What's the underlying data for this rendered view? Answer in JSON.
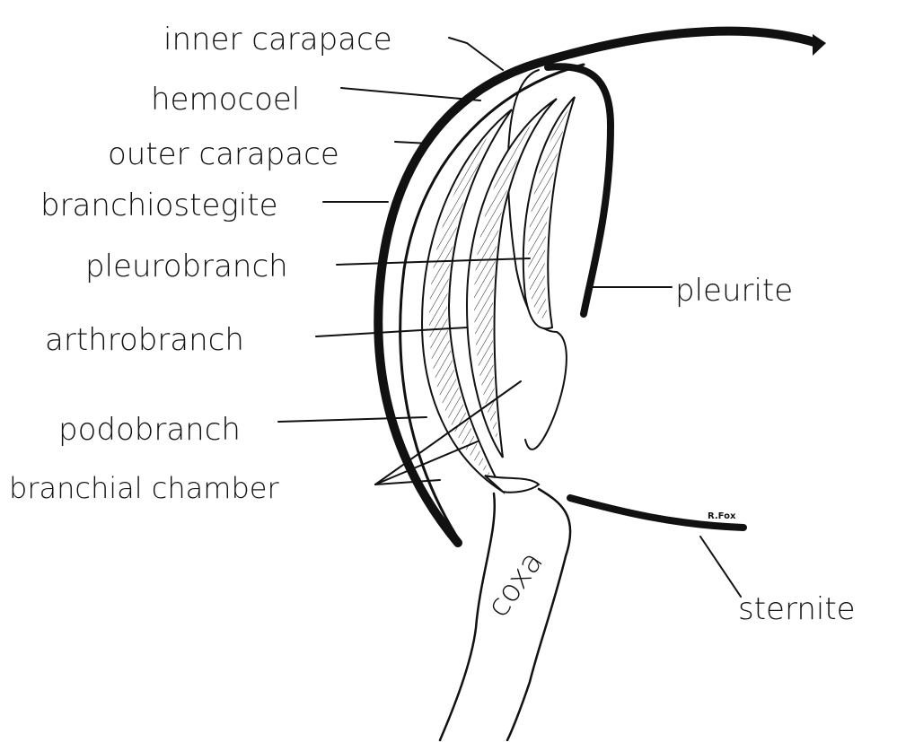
{
  "labels": {
    "inner_carapace": "inner carapace",
    "hemocoel": "hemocoel",
    "outer_carapace": "outer carapace",
    "branchiostegite": "branchiostegite",
    "pleurobranch": "pleurobranch",
    "arthrobranch": "arthrobranch",
    "podobranch": "podobranch",
    "branchial_chamber": "branchial chamber",
    "pleurite": "pleurite",
    "coxa": "coxa",
    "sternite": "sternite"
  },
  "signature": "R.Fox"
}
